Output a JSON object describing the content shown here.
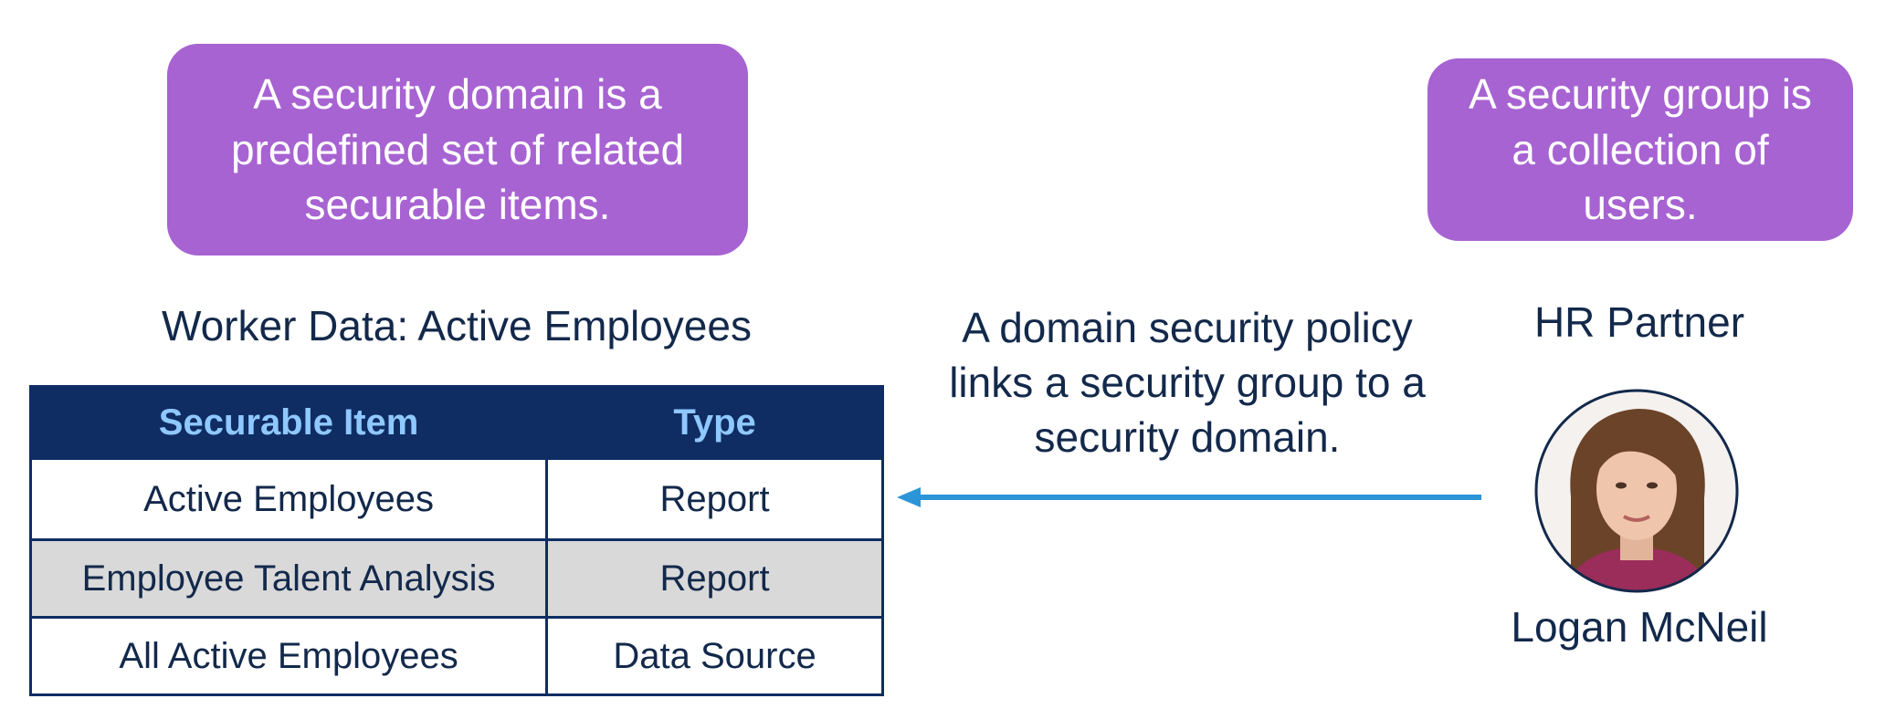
{
  "domain_box": {
    "line1": "A security domain is a",
    "line2": "predefined set of related",
    "line3": "securable items."
  },
  "group_box": {
    "line1": "A security group is",
    "line2": "a collection of",
    "line3": "users."
  },
  "domain_title": "Worker Data: Active Employees",
  "table": {
    "headers": [
      "Securable Item",
      "Type"
    ],
    "rows": [
      [
        "Active Employees",
        "Report"
      ],
      [
        "Employee Talent Analysis",
        "Report"
      ],
      [
        "All Active Employees",
        "Data Source"
      ]
    ]
  },
  "policy": {
    "line1": "A domain security policy",
    "line2": "links a security group to a",
    "line3": "security domain."
  },
  "group_title": "HR Partner",
  "user_name": "Logan McNeil",
  "colors": {
    "bubble": "#a763d2",
    "header_bg": "#0f2d63",
    "header_text": "#8fc8ff",
    "arrow": "#2b95d8",
    "text": "#13294b",
    "alt_row": "#d9d9d9"
  }
}
